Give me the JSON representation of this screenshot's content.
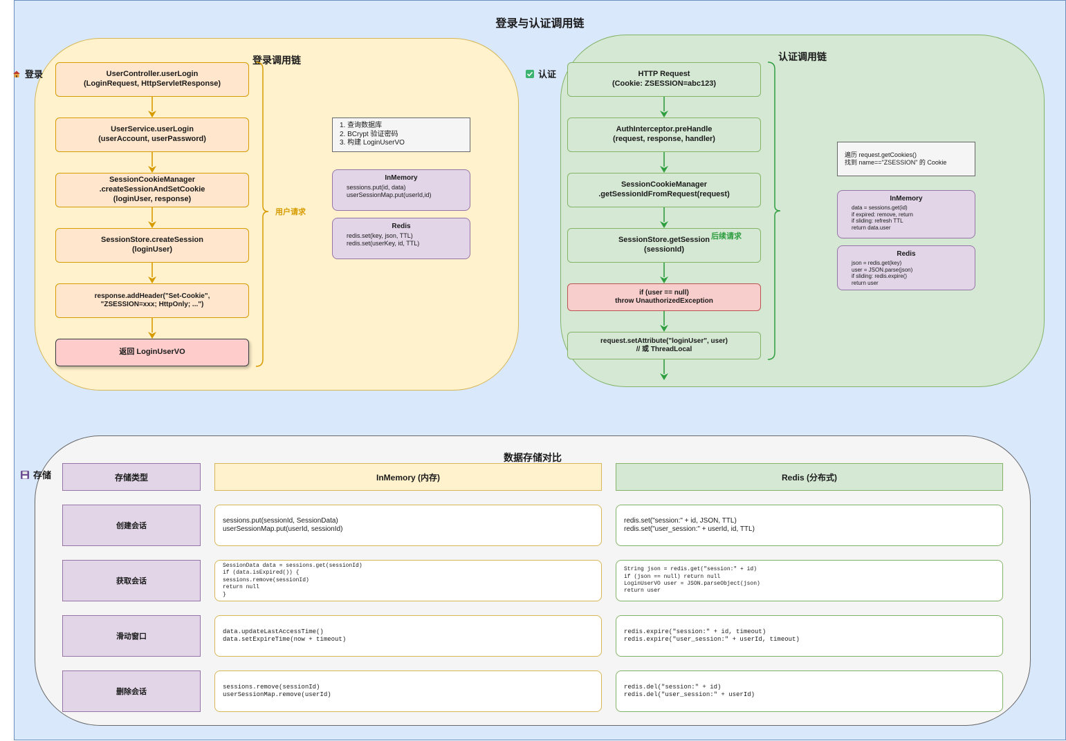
{
  "title": "登录与认证调用链",
  "login": {
    "section_label": "登录",
    "panel_title": "登录调用链",
    "brace_label": "用户请求",
    "steps": [
      "UserController.userLogin\n(LoginRequest, HttpServletResponse)",
      "UserService.userLogin\n(userAccount, userPassword)",
      "SessionCookieManager\n.createSessionAndSetCookie\n(loginUser, response)",
      "SessionStore.createSession\n(loginUser)",
      "response.addHeader(\"Set-Cookie\",\n\"ZSESSION=xxx; HttpOnly; ...\")",
      "返回 LoginUserVO"
    ],
    "note": "1. 查询数据库\n2. BCrypt 验证密码\n3. 构建 LoginUserVO",
    "inmemory": {
      "title": "InMemory",
      "body": "sessions.put(id, data)\nuserSessionMap.put(userId,id)"
    },
    "redis": {
      "title": "Redis",
      "body": "redis.set(key, json, TTL)\nredis.set(userKey, id, TTL)"
    }
  },
  "auth": {
    "section_label": "认证",
    "panel_title": "认证调用链",
    "inline_label": "后续请求",
    "steps": [
      "HTTP Request\n(Cookie: ZSESSION=abc123)",
      "AuthInterceptor.preHandle\n(request, response, handler)",
      "SessionCookieManager\n.getSessionIdFromRequest(request)",
      "SessionStore.getSession\n(sessionId)",
      "if (user == null)\nthrow UnauthorizedException",
      "request.setAttribute(\"loginUser\", user)\n// 或 ThreadLocal"
    ],
    "note": "遍历 request.getCookies()\n找到 name==\"ZSESSION\" 的 Cookie",
    "inmemory": {
      "title": "InMemory",
      "body": "data = sessions.get(id)\nif expired: remove, return\nif sliding: refresh TTL\nreturn data.user"
    },
    "redis": {
      "title": "Redis",
      "body": "json = redis.get(key)\nuser = JSON.parse(json)\nif sliding: redis.expire()\nreturn user"
    }
  },
  "storage": {
    "section_label": "存储",
    "panel_title": "数据存储对比",
    "headers": [
      "存储类型",
      "InMemory (内存)",
      "Redis (分布式)"
    ],
    "rows": [
      {
        "label": "创建会话",
        "inmemory": "sessions.put(sessionId, SessionData)\nuserSessionMap.put(userId, sessionId)",
        "redis": "redis.set(\"session:\" + id, JSON, TTL)\nredis.set(\"user_session:\" + userId, id, TTL)"
      },
      {
        "label": "获取会话",
        "inmemory": "SessionData data = sessions.get(sessionId)\nif (data.isExpired()) {\n  sessions.remove(sessionId)\n  return null\n}",
        "redis": "String json = redis.get(\"session:\" + id)\nif (json == null) return null\nLoginUserVO user = JSON.parseObject(json)\nreturn user"
      },
      {
        "label": "滑动窗口",
        "inmemory": "data.updateLastAccessTime()\ndata.setExpireTime(now + timeout)",
        "redis": "redis.expire(\"session:\" + id, timeout)\nredis.expire(\"user_session:\" + userId, timeout)"
      },
      {
        "label": "删除会话",
        "inmemory": "sessions.remove(sessionId)\nuserSessionMap.remove(userId)",
        "redis": "redis.del(\"session:\" + id)\nredis.del(\"user_session:\" + userId)"
      }
    ]
  },
  "icons": {
    "login": "house-icon",
    "auth": "check-icon",
    "storage": "floppy-icon"
  },
  "colors": {
    "canvas": "#dae8fc",
    "login_panel": "#fff2cc",
    "auth_panel": "#d5e8d4",
    "store_panel": "#f5f5f5",
    "login_arrow": "#d79b00",
    "auth_arrow": "#2e9e3f",
    "storage_purple": "#e1d5e7"
  }
}
